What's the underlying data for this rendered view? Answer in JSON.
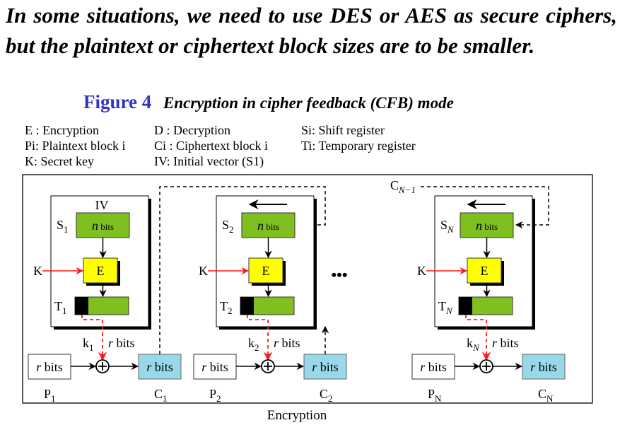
{
  "intro_text": "In some situations, we need to use DES or AES as secure ciphers, but the plaintext or ciphertext block sizes are to be smaller.",
  "figure": {
    "number": "Figure 4",
    "caption": "Encryption in cipher feedback (CFB) mode",
    "footer": "Encryption"
  },
  "legend": {
    "col1": [
      "E : Encryption",
      "Pi: Plaintext block i",
      "K: Secret key"
    ],
    "col2": [
      "D :  Decryption",
      "Ci : Ciphertext block i",
      "IV: Initial vector (S1)"
    ],
    "col3": [
      "Si: Shift register",
      "Ti: Temporary register"
    ]
  },
  "stages": [
    {
      "shift_label": "S",
      "shift_sub": "1",
      "top_label": "IV",
      "temp_sub": "1",
      "key_sub": "1",
      "p_sub": "1",
      "c_sub": "1"
    },
    {
      "shift_label": "S",
      "shift_sub": "2",
      "top_label": "",
      "temp_sub": "2",
      "key_sub": "2",
      "p_sub": "2",
      "c_sub": "2"
    },
    {
      "shift_label": "S",
      "shift_sub": "N",
      "top_label": "",
      "temp_sub": "N",
      "key_sub": "N",
      "p_sub": "N",
      "c_sub": "N"
    }
  ],
  "labels": {
    "n_bits": "n bits",
    "r_bits": "r bits",
    "encrypt": "E",
    "key": "K",
    "temp": "T",
    "plain": "P",
    "cipher": "C",
    "k": "k",
    "ellipsis": "•••",
    "feedback_label": "C",
    "feedback_sub": "N−1"
  },
  "colors": {
    "shift_register": "#7fbf1f",
    "encrypt_box": "#ffff00",
    "ciphertext_box": "#99d8e8",
    "key_arrow": "#ff1a1a",
    "figure_number": "#3333cc"
  }
}
